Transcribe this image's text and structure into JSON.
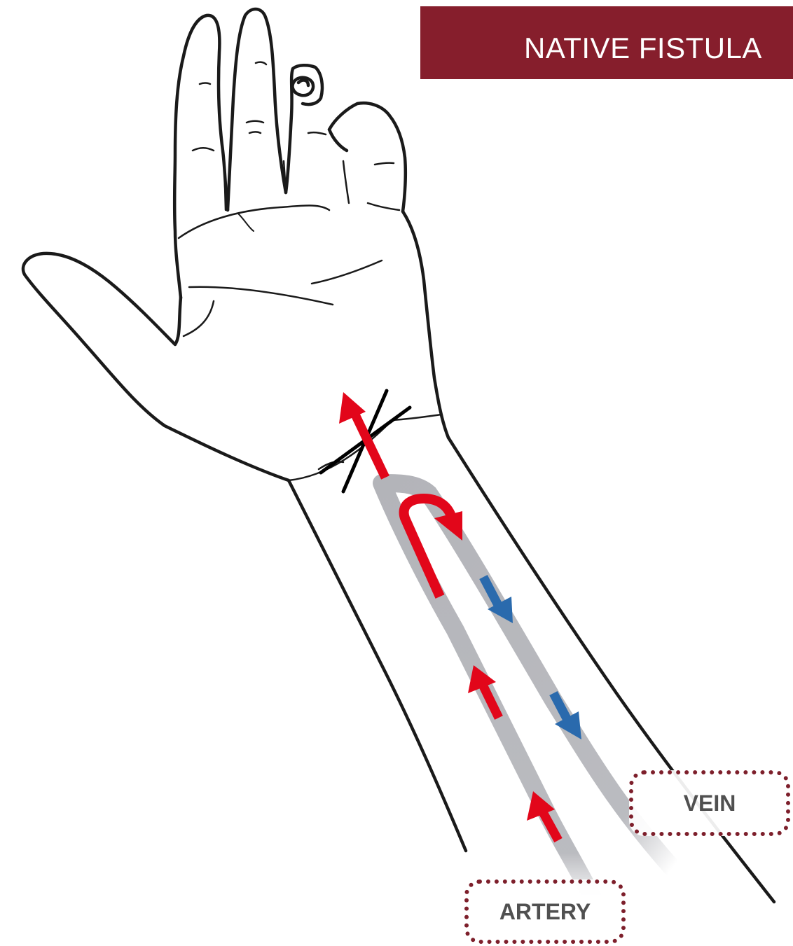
{
  "title": "NATIVE FISTULA",
  "labels": {
    "vein": "VEIN",
    "artery": "ARTERY"
  },
  "colors": {
    "banner": "#861e2c",
    "arterial_flow": "#e2061a",
    "venous_flow": "#2a6aad",
    "vessel": "#b3b4b9",
    "label_border": "#7d1f2b",
    "outline": "#1a1a1a"
  }
}
